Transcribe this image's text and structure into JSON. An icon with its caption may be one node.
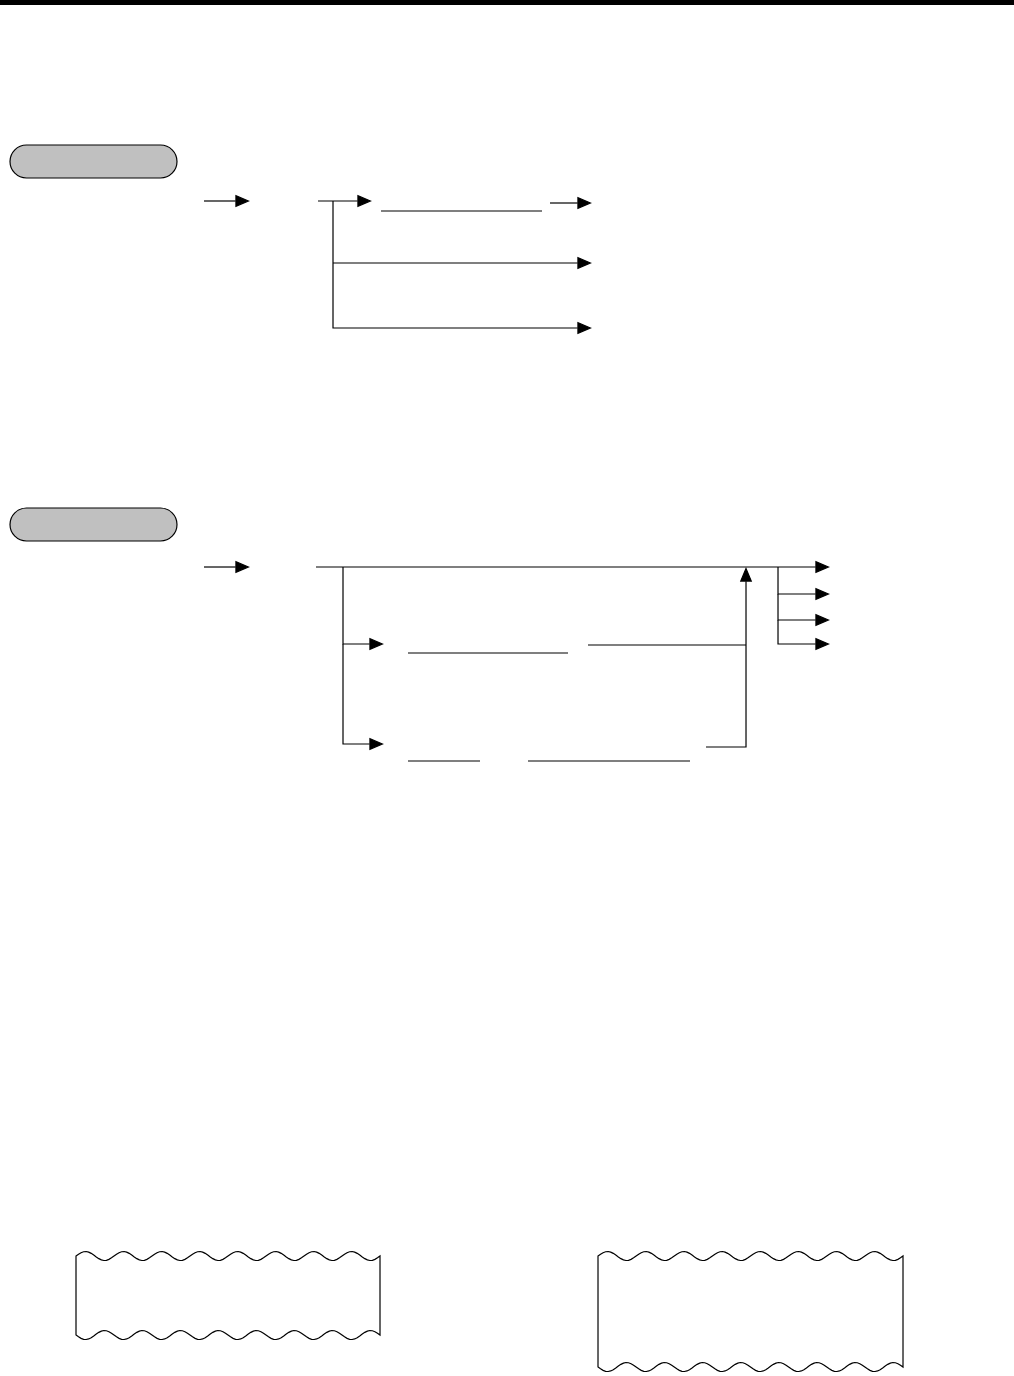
{
  "diagram": {
    "nodes": [
      {
        "text": [],
        "shape": "pill"
      },
      {
        "text": [],
        "shape": "pill"
      },
      {
        "text": [],
        "shape": "tape"
      },
      {
        "text": [],
        "shape": "tape"
      }
    ]
  }
}
